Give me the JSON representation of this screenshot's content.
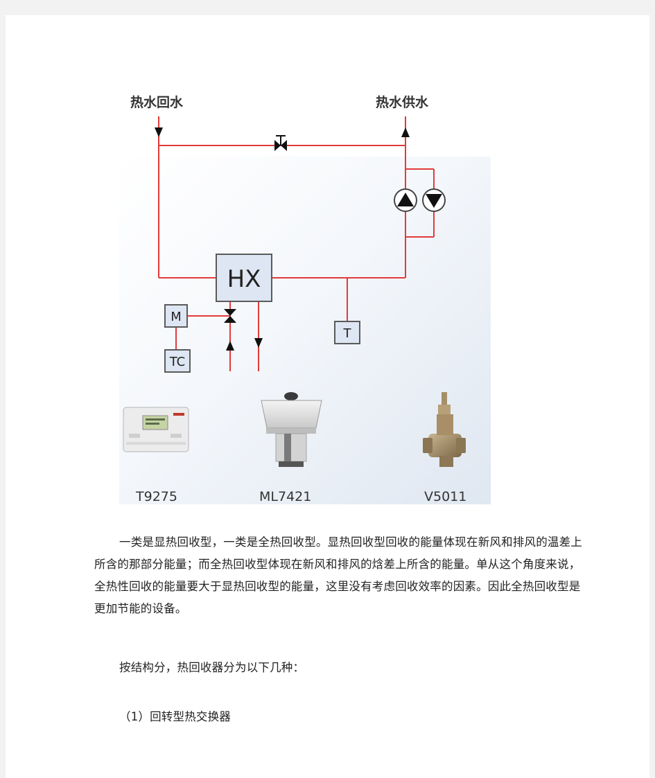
{
  "figure": {
    "labels": {
      "hot_water_return": "热水回水",
      "hot_water_supply": "热水供水",
      "hx": "HX",
      "m": "M",
      "tc": "TC",
      "t": "T"
    },
    "products": {
      "thermostat": "T9275",
      "actuator": "ML7421",
      "valve": "V5011"
    },
    "colors": {
      "pipe": "#e23a3a",
      "box_fill": "#dde6f2",
      "box_stroke": "#5a5a5a"
    }
  },
  "text": {
    "paragraph_1": "一类是显热回收型，一类是全热回收型。显热回收型回收的能量体现在新风和排风的温差上所含的那部分能量；而全热回收型体现在新风和排风的焓差上所含的能量。单从这个角度来说，全热性回收的能量要大于显热回收型的能量，这里没有考虑回收效率的因素。因此全热回收型是更加节能的设备。",
    "paragraph_2": "按结构分，热回收器分为以下几种：",
    "paragraph_3": "（1）回转型热交换器"
  }
}
